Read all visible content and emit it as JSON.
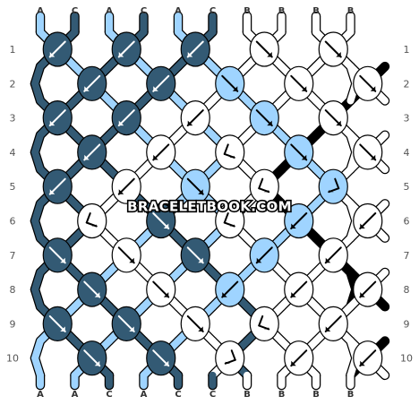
{
  "watermark": "BRACELETBOOK.COM",
  "row_numbers": [
    "1",
    "2",
    "3",
    "4",
    "5",
    "6",
    "7",
    "8",
    "9",
    "10"
  ],
  "colors": {
    "A": "#9fd4ff",
    "B": "#ffffff",
    "C": "#335a74",
    "outline": "#000000"
  },
  "top_strings": [
    "A",
    "C",
    "A",
    "C",
    "A",
    "C",
    "B",
    "B",
    "B",
    "B"
  ],
  "bottom_strings": [
    "A",
    "A",
    "C",
    "A",
    "C",
    "C",
    "B",
    "B",
    "B",
    "B"
  ],
  "knot_rows": [
    [
      {
        "c": "C",
        "d": "bl"
      },
      {
        "c": "C",
        "d": "bl"
      },
      {
        "c": "C",
        "d": "bl"
      },
      {
        "c": "B",
        "d": "br"
      },
      {
        "c": "B",
        "d": "br"
      }
    ],
    [
      {
        "c": "C",
        "d": "bl"
      },
      {
        "c": "C",
        "d": "bl"
      },
      {
        "c": "A",
        "d": "br"
      },
      {
        "c": "B",
        "d": "br"
      },
      {
        "c": "B",
        "d": "br"
      }
    ],
    [
      {
        "c": "C",
        "d": "bl"
      },
      {
        "c": "C",
        "d": "bl"
      },
      {
        "c": "B",
        "d": "bl"
      },
      {
        "c": "A",
        "d": "br"
      },
      {
        "c": "B",
        "d": "br"
      }
    ],
    [
      {
        "c": "C",
        "d": "bl"
      },
      {
        "c": "B",
        "d": "bl"
      },
      {
        "c": "B",
        "d": "bf"
      },
      {
        "c": "A",
        "d": "br"
      },
      {
        "c": "B",
        "d": "br"
      }
    ],
    [
      {
        "c": "C",
        "d": "bl"
      },
      {
        "c": "B",
        "d": "bl"
      },
      {
        "c": "A",
        "d": "br"
      },
      {
        "c": "B",
        "d": "bf"
      },
      {
        "c": "A",
        "d": "fb"
      }
    ],
    [
      {
        "c": "B",
        "d": "bf"
      },
      {
        "c": "C",
        "d": "br"
      },
      {
        "c": "B",
        "d": "bf"
      },
      {
        "c": "A",
        "d": "bl"
      },
      {
        "c": "B",
        "d": "bl"
      }
    ],
    [
      {
        "c": "C",
        "d": "br"
      },
      {
        "c": "B",
        "d": "br"
      },
      {
        "c": "C",
        "d": "br"
      },
      {
        "c": "A",
        "d": "bl"
      },
      {
        "c": "B",
        "d": "bl"
      }
    ],
    [
      {
        "c": "C",
        "d": "br"
      },
      {
        "c": "B",
        "d": "br"
      },
      {
        "c": "A",
        "d": "bl"
      },
      {
        "c": "B",
        "d": "bl"
      },
      {
        "c": "B",
        "d": "bl"
      }
    ],
    [
      {
        "c": "C",
        "d": "br"
      },
      {
        "c": "C",
        "d": "br"
      },
      {
        "c": "B",
        "d": "br"
      },
      {
        "c": "B",
        "d": "bf"
      },
      {
        "c": "B",
        "d": "bl"
      }
    ],
    [
      {
        "c": "C",
        "d": "br"
      },
      {
        "c": "C",
        "d": "br"
      },
      {
        "c": "B",
        "d": "fb"
      },
      {
        "c": "B",
        "d": "bl"
      },
      {
        "c": "B",
        "d": "bl"
      }
    ]
  ]
}
